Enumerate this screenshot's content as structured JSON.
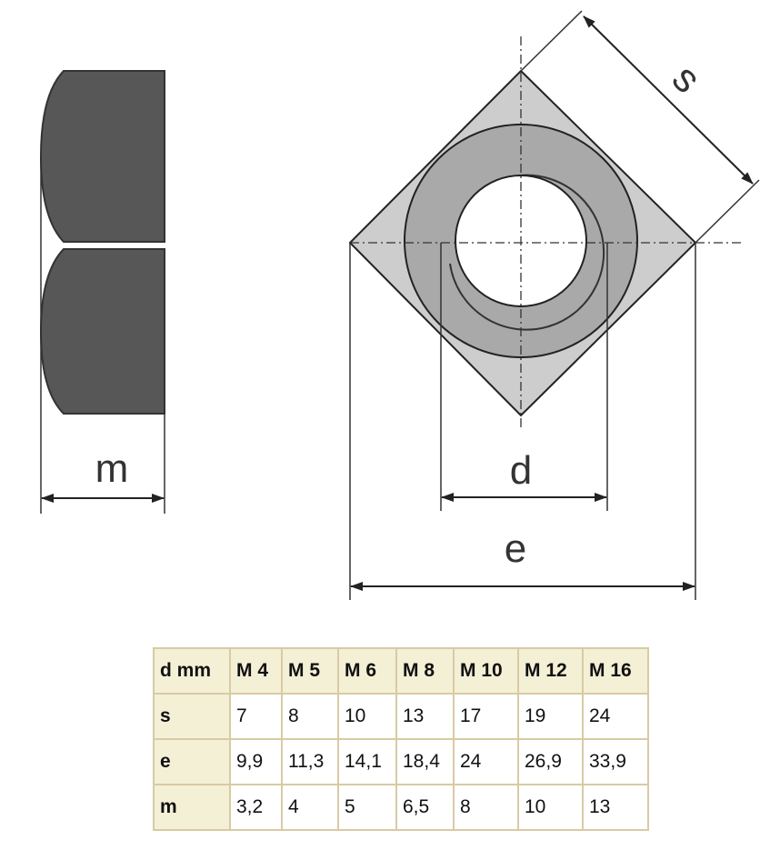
{
  "diagram": {
    "labels": {
      "m": "m",
      "s": "s",
      "d": "d",
      "e": "e"
    }
  },
  "table": {
    "header": [
      "d mm",
      "M 4",
      "M 5",
      "M 6",
      "M 8",
      "M 10",
      "M 12",
      "M 16"
    ],
    "rows": [
      {
        "label": "s",
        "values": [
          "7",
          "8",
          "10",
          "13",
          "17",
          "19",
          "24"
        ]
      },
      {
        "label": "e",
        "values": [
          "9,9",
          "11,3",
          "14,1",
          "18,4",
          "24",
          "26,9",
          "33,9"
        ]
      },
      {
        "label": "m",
        "values": [
          "3,2",
          "4",
          "5",
          "6,5",
          "8",
          "10",
          "13"
        ]
      }
    ]
  }
}
